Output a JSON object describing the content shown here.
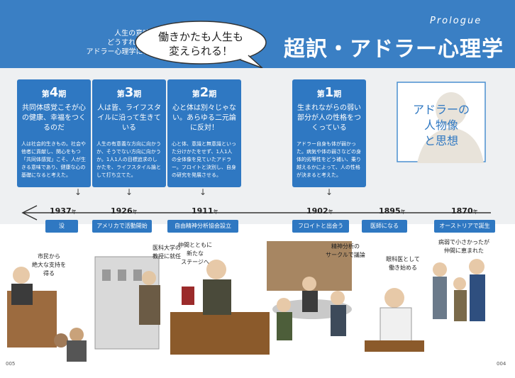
{
  "header": {
    "intro_lines": [
      "人生の意味は何なのか、",
      "どうすればうまくいくのか。",
      "アドラー心理学にはその答えがあります。"
    ],
    "bubble_lines": [
      "働きかたも人生も",
      "変えられる！"
    ],
    "prologue": "Prologue",
    "title": "超訳・アドラー心理学"
  },
  "cards": [
    {
      "period_num": "4",
      "headline": "共同体感覚こそが心の健康、幸福をつくるのだ",
      "body": "人は社会的生きもの。社会や他者に貢献し、関心をもつ「共同体感覚」こそ、人が生きる意味であり、健康な心の基礎になると考えた。"
    },
    {
      "period_num": "3",
      "headline": "人は皆、ライフスタイルに沿って生きている",
      "body": "人生の有意義な方向に向かうか、そうでない方向に向かうか。1人1人の目標追求のしかたを、ライフスタイル論として打ち立てた。"
    },
    {
      "period_num": "2",
      "headline": "心と体は別々じゃない。あらゆる二元論に反対！",
      "body": "心と体、意識と無意識といった分けかたをせず、1人1人の全体像を見ていたアドラー。フロイトと決別し、自身の研究を発展させる。"
    },
    {
      "period_num": "1",
      "headline": "生まれながらの弱い部分が人の性格をつくっている",
      "body": "アドラー自身も体が弱かった。病気や体の弱さなどの身体的劣等性をどう補い、乗り越えるかによって、人の性格が決まると考えた。"
    }
  ],
  "period_prefix": "第",
  "period_suffix": "期",
  "portrait_title": [
    "アドラーの",
    "人物像",
    "と思想"
  ],
  "timeline": [
    {
      "year": "1937",
      "unit": "年",
      "event": "没"
    },
    {
      "year": "1926",
      "unit": "年",
      "event": "アメリカで活動開始"
    },
    {
      "year": "1911",
      "unit": "年",
      "event": "自由精神分析協会設立"
    },
    {
      "year": "1902",
      "unit": "年",
      "event": "フロイトと出会う"
    },
    {
      "year": "1895",
      "unit": "年",
      "event": "医師になる"
    },
    {
      "year": "1870",
      "unit": "年",
      "event": "オーストリアで誕生"
    }
  ],
  "captions": {
    "c1": [
      "市民から",
      "絶大な支持を",
      "得る"
    ],
    "c2": [
      "医科大学の",
      "教授に就任"
    ],
    "c3": [
      "仲間とともに",
      "新たな",
      "ステージへ"
    ],
    "c4": [
      "精神分析の",
      "サークルで議論"
    ],
    "c5": [
      "眼科医として",
      "働き始める"
    ],
    "c6": [
      "病弱で小さかったが",
      "仲間に恵まれた"
    ]
  },
  "pages": {
    "left": "005",
    "right": "004"
  },
  "colors": {
    "header": "#3a7fc4",
    "card": "#2f78c2"
  }
}
